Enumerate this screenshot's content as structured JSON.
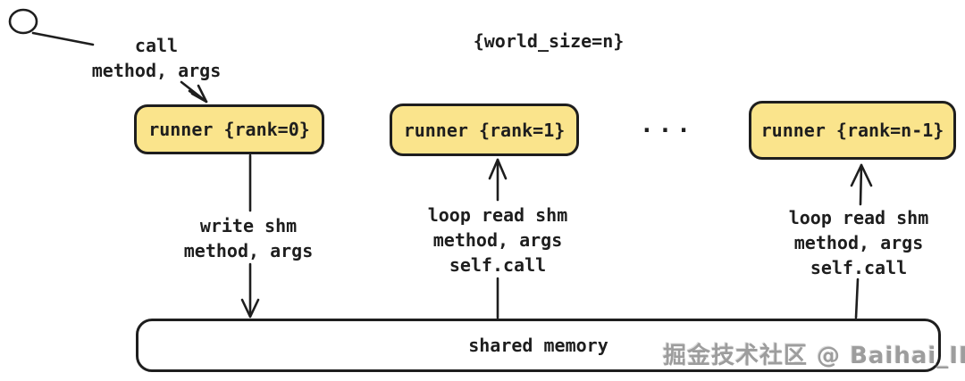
{
  "diagram": {
    "labels": {
      "call": {
        "line1": "call",
        "line2": "method, args"
      },
      "world_size": "{world_size=n}",
      "ellipsis": "...",
      "write": {
        "line1": "write shm",
        "line2": "method, args"
      },
      "read_rank1": {
        "line1": "loop read shm",
        "line2": "method, args",
        "line3": "self.call"
      },
      "read_rankn": {
        "line1": "loop read shm",
        "line2": "method, args",
        "line3": "self.call"
      }
    },
    "nodes": {
      "runner_rank0": "runner {rank=0}",
      "runner_rank1": "runner {rank=1}",
      "runner_rankn": "runner {rank=n-1}",
      "shared_memory": "shared memory"
    },
    "colors": {
      "node_fill": "#fae48c",
      "stroke": "#1e1e1e",
      "background": "#ffffff",
      "watermark": "#9d9d9d"
    },
    "watermark": "掘金技术社区 @ Baihai_IDP"
  }
}
